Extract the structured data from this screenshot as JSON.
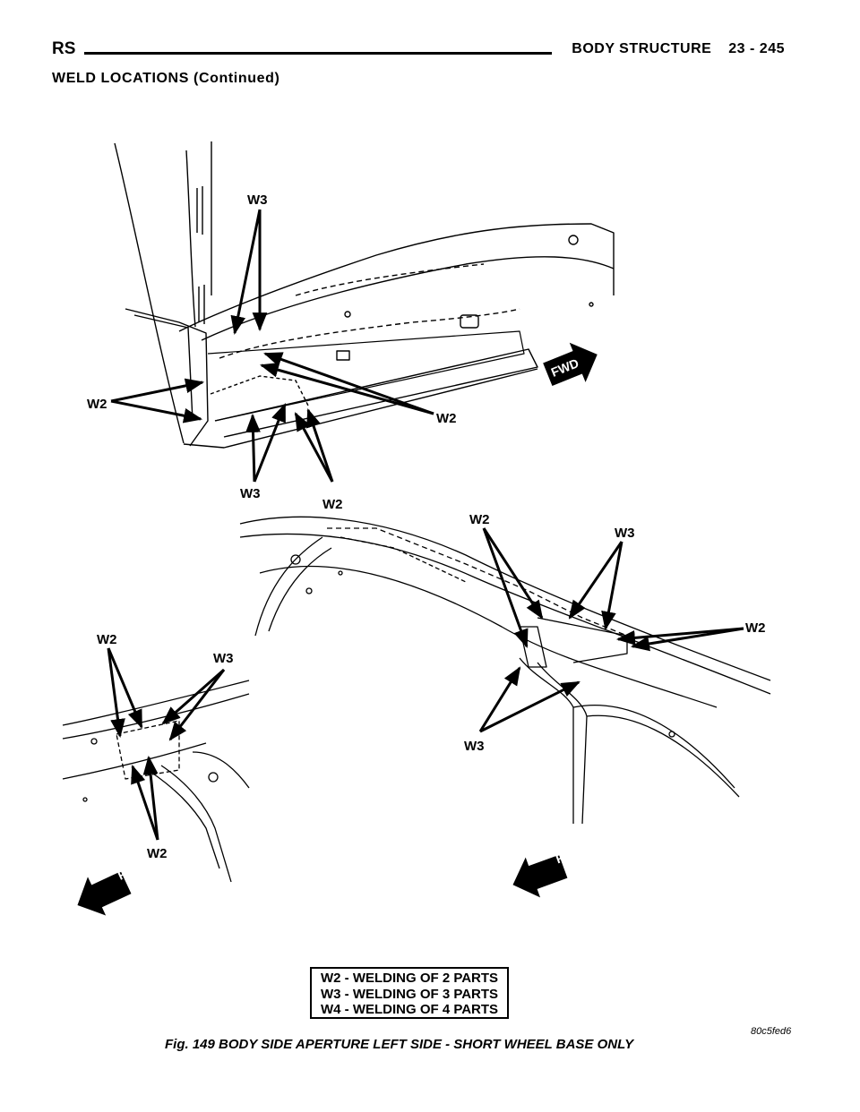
{
  "header": {
    "left": "RS",
    "section": "BODY STRUCTURE",
    "page": "23 - 245"
  },
  "subheading": "WELD LOCATIONS (Continued)",
  "callouts": {
    "top": {
      "w3_upper": "W3",
      "w2_left": "W2",
      "w2_right": "W2",
      "w3_lower": "W3",
      "w2_lower": "W2"
    },
    "right": {
      "w2_upper": "W2",
      "w3_upper": "W3",
      "w2_side": "W2",
      "w3_lower": "W3"
    },
    "left": {
      "w2_upper": "W2",
      "w3_upper": "W3",
      "w2_lower": "W2"
    }
  },
  "fwd_label": "FWD",
  "legend": [
    "W2 - WELDING OF 2 PARTS",
    "W3 - WELDING OF 3 PARTS",
    "W4 - WELDING OF 4 PARTS"
  ],
  "figure_id": "80c5fed6",
  "caption": "Fig. 149 BODY SIDE APERTURE LEFT SIDE - SHORT WHEEL BASE ONLY"
}
